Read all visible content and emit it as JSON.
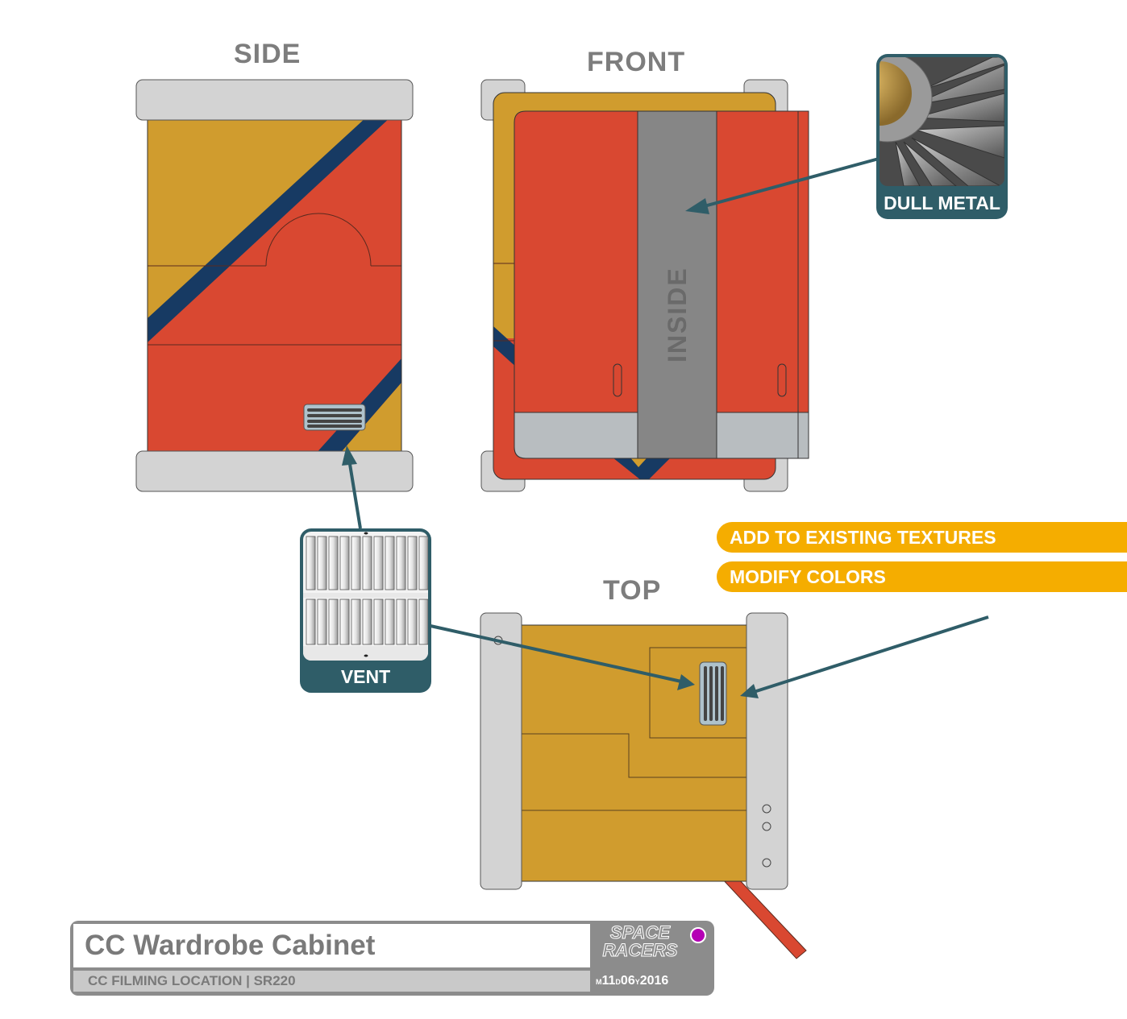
{
  "views": {
    "side": {
      "label": "SIDE"
    },
    "front": {
      "label": "FRONT",
      "inside_label": "INSIDE"
    },
    "top": {
      "label": "TOP"
    }
  },
  "callouts": {
    "dull_metal": {
      "label": "DULL METAL",
      "icon": "turbine-blades-photo"
    },
    "vent": {
      "label": "VENT",
      "icon": "vent-grille-photo"
    }
  },
  "notes": [
    {
      "label": "ADD TO EXISTING TEXTURES"
    },
    {
      "label": "MODIFY COLORS"
    }
  ],
  "title_block": {
    "title": "CC Wardrobe Cabinet",
    "subtitle": "CC FILMING LOCATION | SR220",
    "logo_line1": "SPACE",
    "logo_line2": "RACERS",
    "date": {
      "m_prefix": "M",
      "month": "11",
      "d_prefix": "D",
      "day": "06",
      "y_prefix": "Y",
      "year": "2016"
    },
    "status_dot_color": "#b500b5"
  },
  "colors": {
    "mustard": "#d09c2e",
    "orange_red": "#d94831",
    "navy": "#173a63",
    "frame_gray": "#d3d3d3",
    "inside_gray": "#868686",
    "light_panel": "#b8bdc0",
    "arrow_teal": "#2f5d68",
    "note_orange": "#f5ad00"
  }
}
